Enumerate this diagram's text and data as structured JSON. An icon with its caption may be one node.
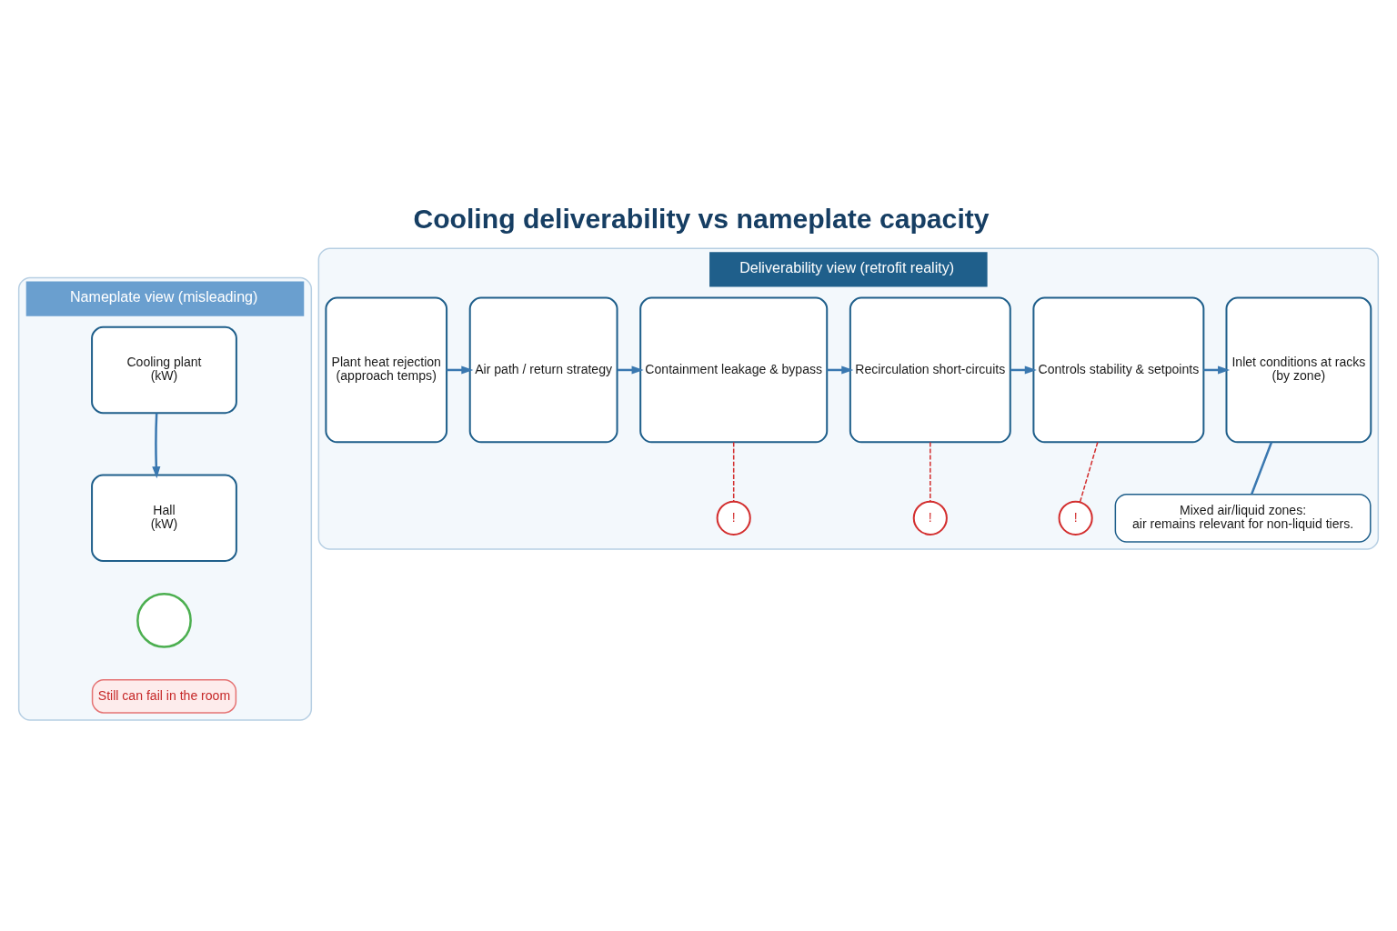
{
  "diagram": {
    "title": "Cooling deliverability vs nameplate capacity",
    "nodes": [
      {
        "text": [
          "Nameplate view (misleading)"
        ]
      },
      {
        "text": [
          "Cooling plant",
          "(kW)"
        ],
        "in": 0
      },
      {
        "text": [
          "Hall",
          "(kW)"
        ],
        "in": 0
      },
      {
        "text": [],
        "shape": "circle",
        "in": 0
      },
      {
        "text": [
          "Still can fail in the room"
        ],
        "in": 0
      },
      {
        "text": [
          "Deliverability view (retrofit reality)"
        ]
      },
      {
        "text": [
          "Plant heat rejection",
          "(approach temps)"
        ],
        "in": 5
      },
      {
        "text": [
          "Air path / return strategy"
        ],
        "in": 5
      },
      {
        "text": [
          "Containment leakage & bypass"
        ],
        "in": 5
      },
      {
        "text": [
          "Recirculation short-circuits"
        ],
        "in": 5
      },
      {
        "text": [
          "Controls stability & setpoints"
        ],
        "in": 5
      },
      {
        "text": [
          "Inlet conditions at racks",
          "(by zone)"
        ],
        "in": 5
      },
      {
        "text": [
          "!"
        ],
        "in": 5
      },
      {
        "text": [
          "!"
        ],
        "in": 5
      },
      {
        "text": [
          "!"
        ],
        "in": 5
      },
      {
        "text": [
          "Mixed air/liquid zones:",
          "air remains relevant for non-liquid tiers."
        ],
        "in": 5
      }
    ],
    "edges": [
      {
        "from": 1,
        "to": 2,
        "arrow": "to"
      },
      {
        "from": 6,
        "to": 7,
        "arrow": "to"
      },
      {
        "from": 7,
        "to": 8,
        "arrow": "to"
      },
      {
        "from": 8,
        "to": 9,
        "arrow": "to"
      },
      {
        "from": 9,
        "to": 10,
        "arrow": "to"
      },
      {
        "from": 10,
        "to": 11,
        "arrow": "to"
      },
      {
        "from": 8,
        "to": 12,
        "arrow": "none",
        "style": "dashed",
        "color": "#d32f2f"
      },
      {
        "from": 9,
        "to": 13,
        "arrow": "none",
        "style": "dashed",
        "color": "#d32f2f"
      },
      {
        "from": 10,
        "to": 14,
        "arrow": "none",
        "style": "dashed",
        "color": "#d32f2f"
      },
      {
        "from": 11,
        "to": 15,
        "arrow": "none"
      }
    ]
  }
}
